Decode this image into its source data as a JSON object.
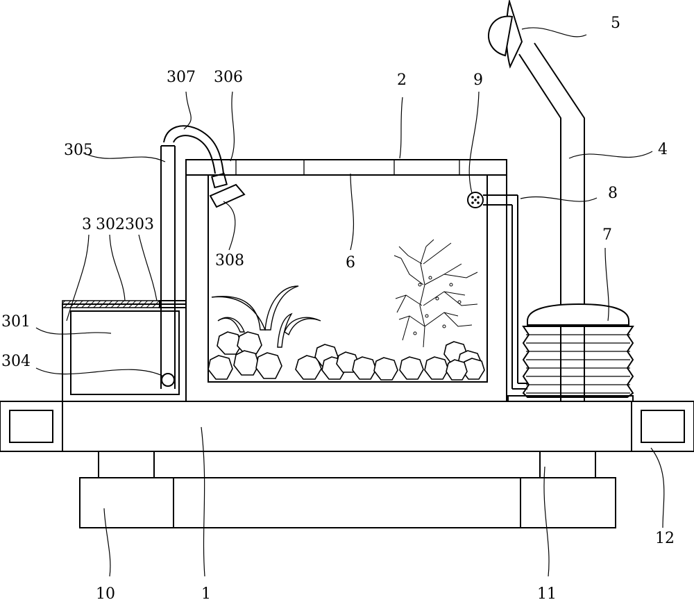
{
  "diagram": {
    "labels": {
      "part_1": "1",
      "part_2": "2",
      "part_3": "3",
      "part_301": "301",
      "part_302": "302",
      "part_303": "303",
      "part_304": "304",
      "part_305": "305",
      "part_306": "306",
      "part_307": "307",
      "part_308": "308",
      "part_4": "4",
      "part_5": "5",
      "part_6": "6",
      "part_7": "7",
      "part_8": "8",
      "part_9": "9",
      "part_10": "10",
      "part_11": "11",
      "part_12": "12"
    }
  }
}
